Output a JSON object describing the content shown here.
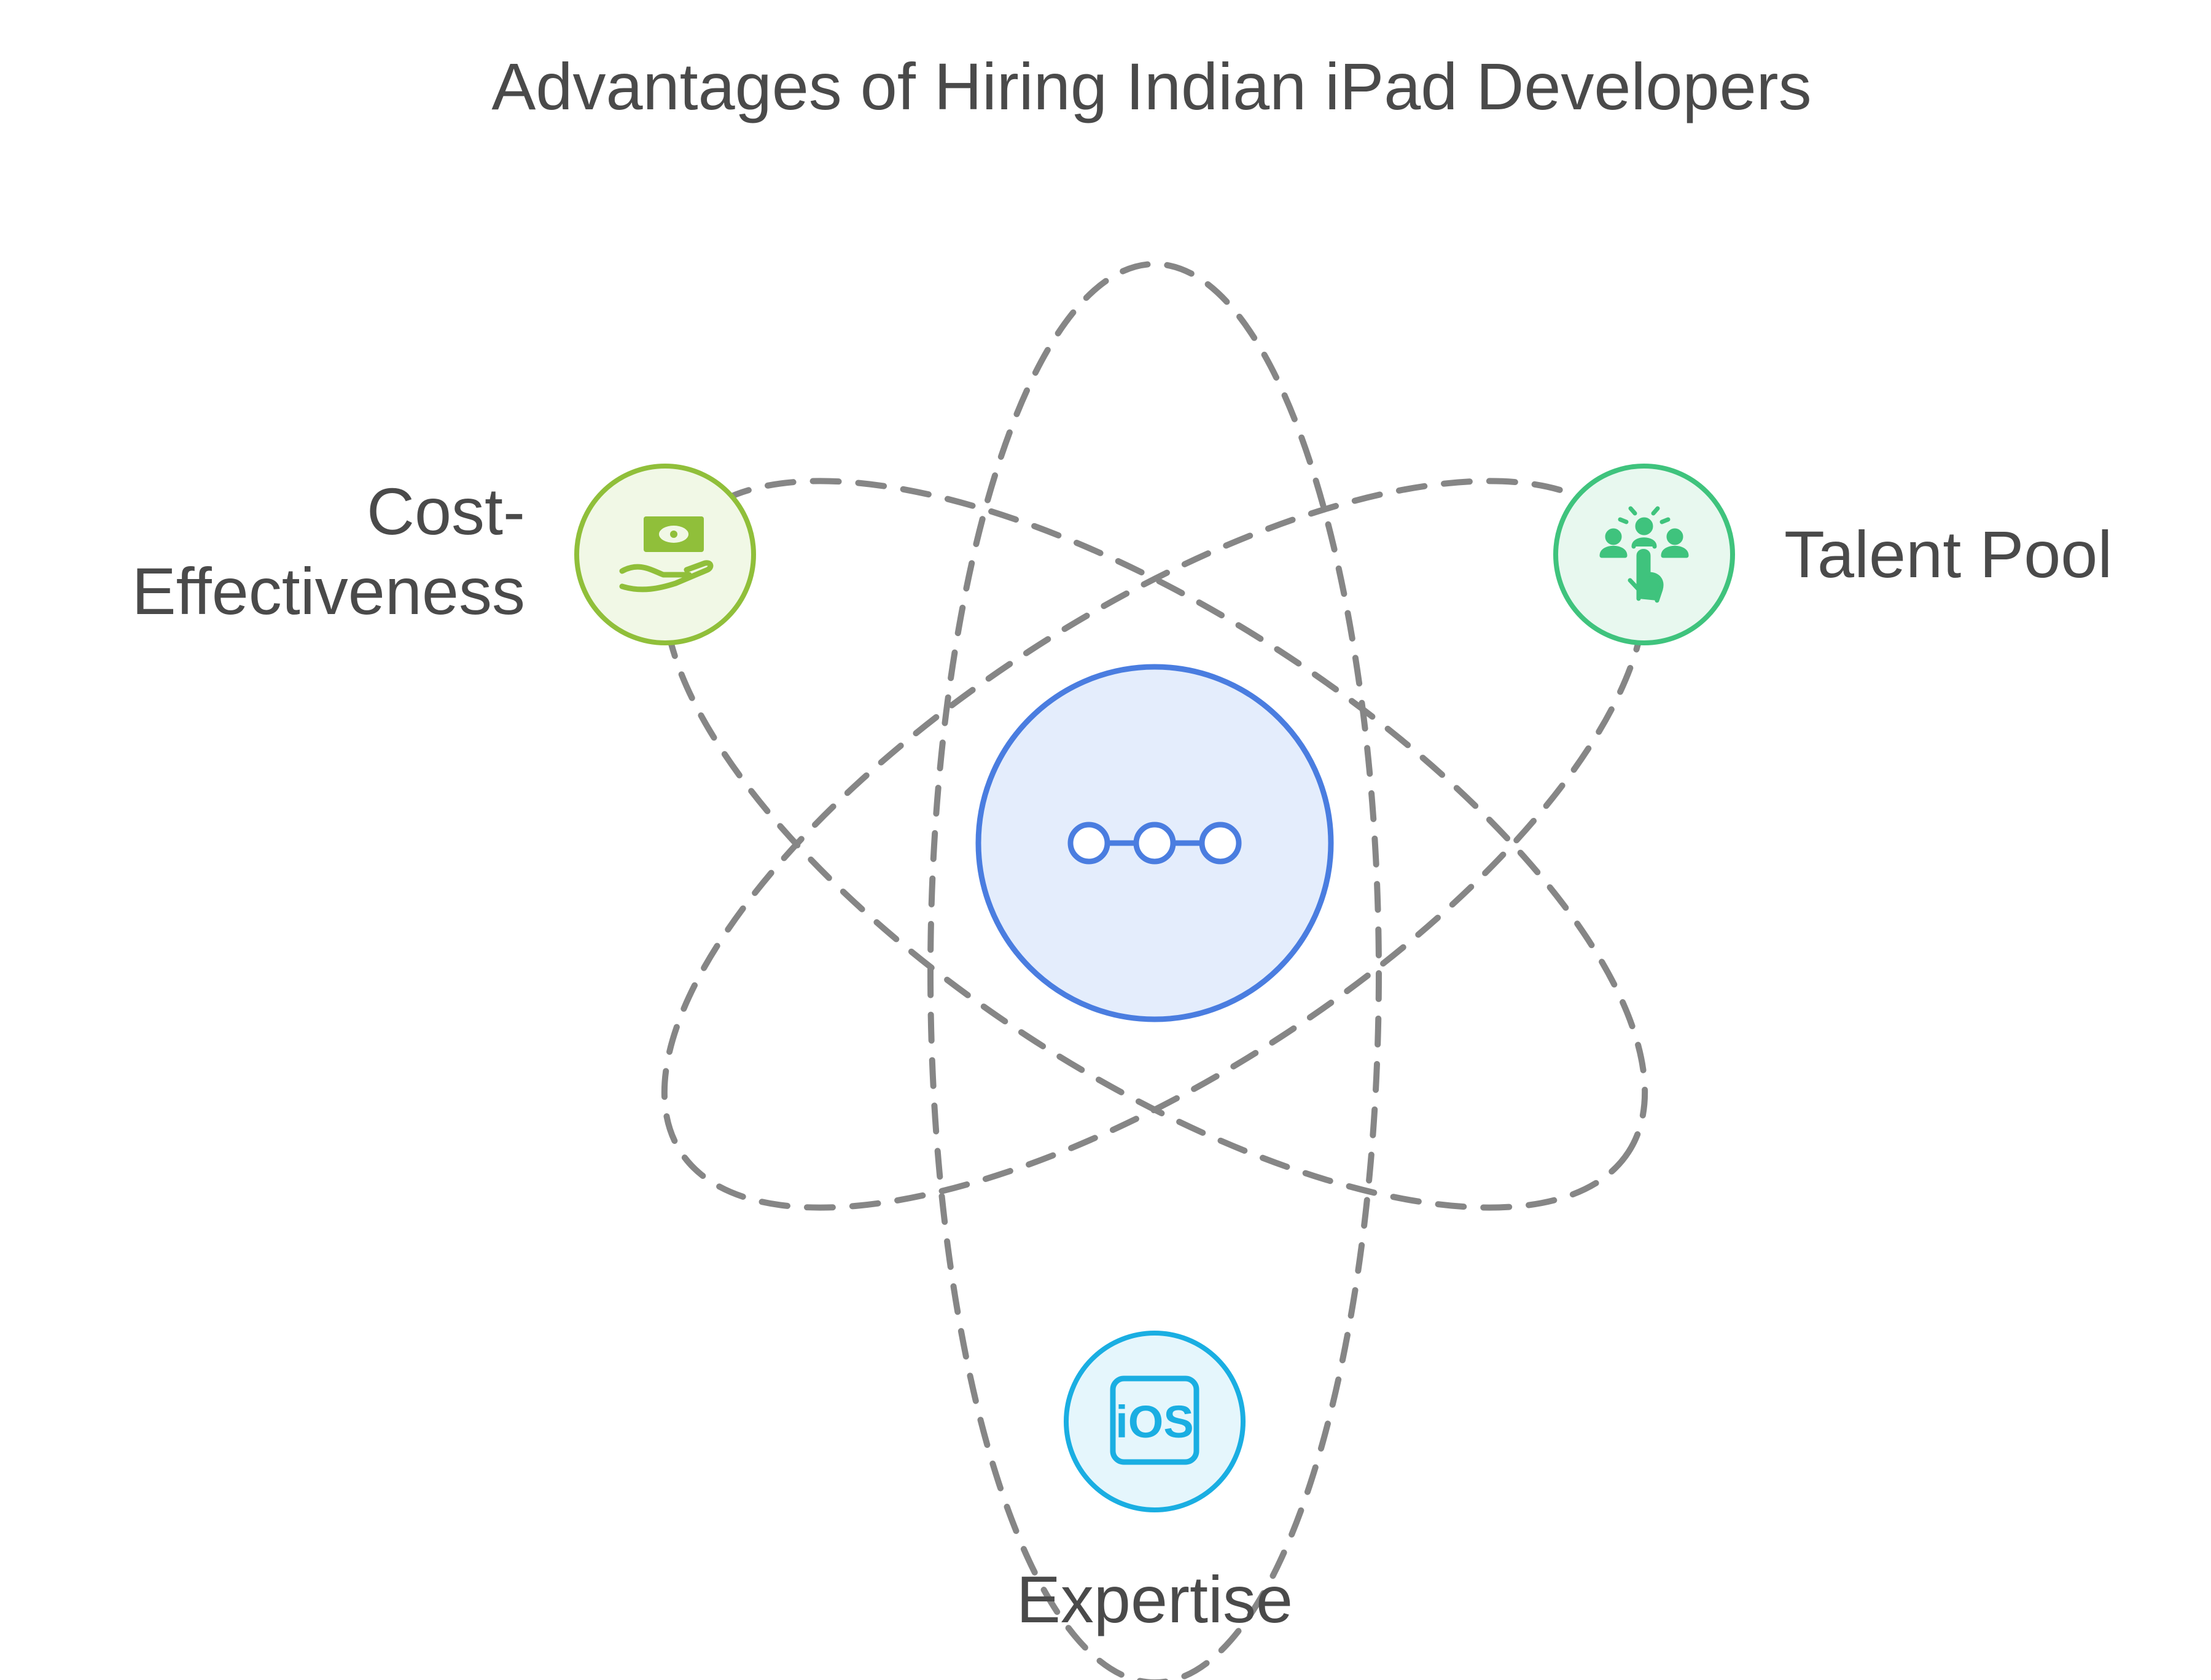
{
  "title": "Advantages of Hiring Indian iPad Developers",
  "center": {
    "icon": "three-connected-circles-icon",
    "fill_color": "#e4edfc",
    "stroke_color": "#4a7de0"
  },
  "nodes": [
    {
      "id": "cost",
      "label_lines": [
        "Cost-",
        "Effectiveness"
      ],
      "icon": "money-in-hand-icon",
      "fill_color": "#f1f8e6",
      "stroke_color": "#90bf3a"
    },
    {
      "id": "talent",
      "label_lines": [
        "Talent Pool"
      ],
      "icon": "people-pointing-hand-icon",
      "fill_color": "#e8f8ef",
      "stroke_color": "#3fc37d"
    },
    {
      "id": "expertise",
      "label_lines": [
        "Expertise"
      ],
      "icon": "ios-icon",
      "fill_color": "#e5f6fc",
      "stroke_color": "#1aaee2"
    }
  ]
}
